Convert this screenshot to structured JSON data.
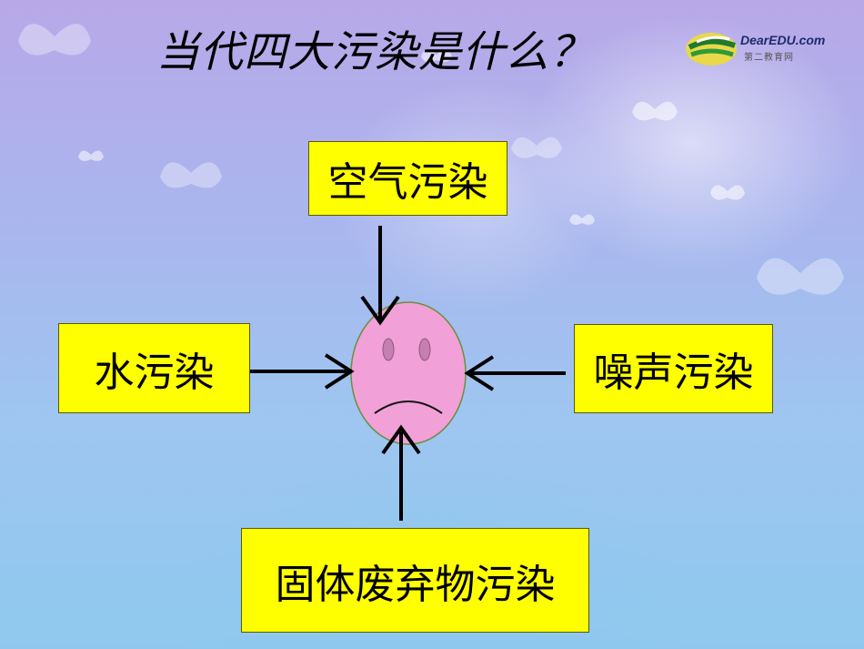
{
  "title": "当代四大污染是什么？",
  "logo": {
    "brand": "DearEDU.com",
    "subtitle": "第二教育网"
  },
  "nodes": {
    "top": "空气污染",
    "left": "水污染",
    "right": "噪声污染",
    "bottom": "固体废弃物污染"
  },
  "center": {
    "icon": "sad-face-icon",
    "color": "#f2a0d8"
  },
  "colors": {
    "box_fill": "#ffff00",
    "arrow": "#000000"
  }
}
